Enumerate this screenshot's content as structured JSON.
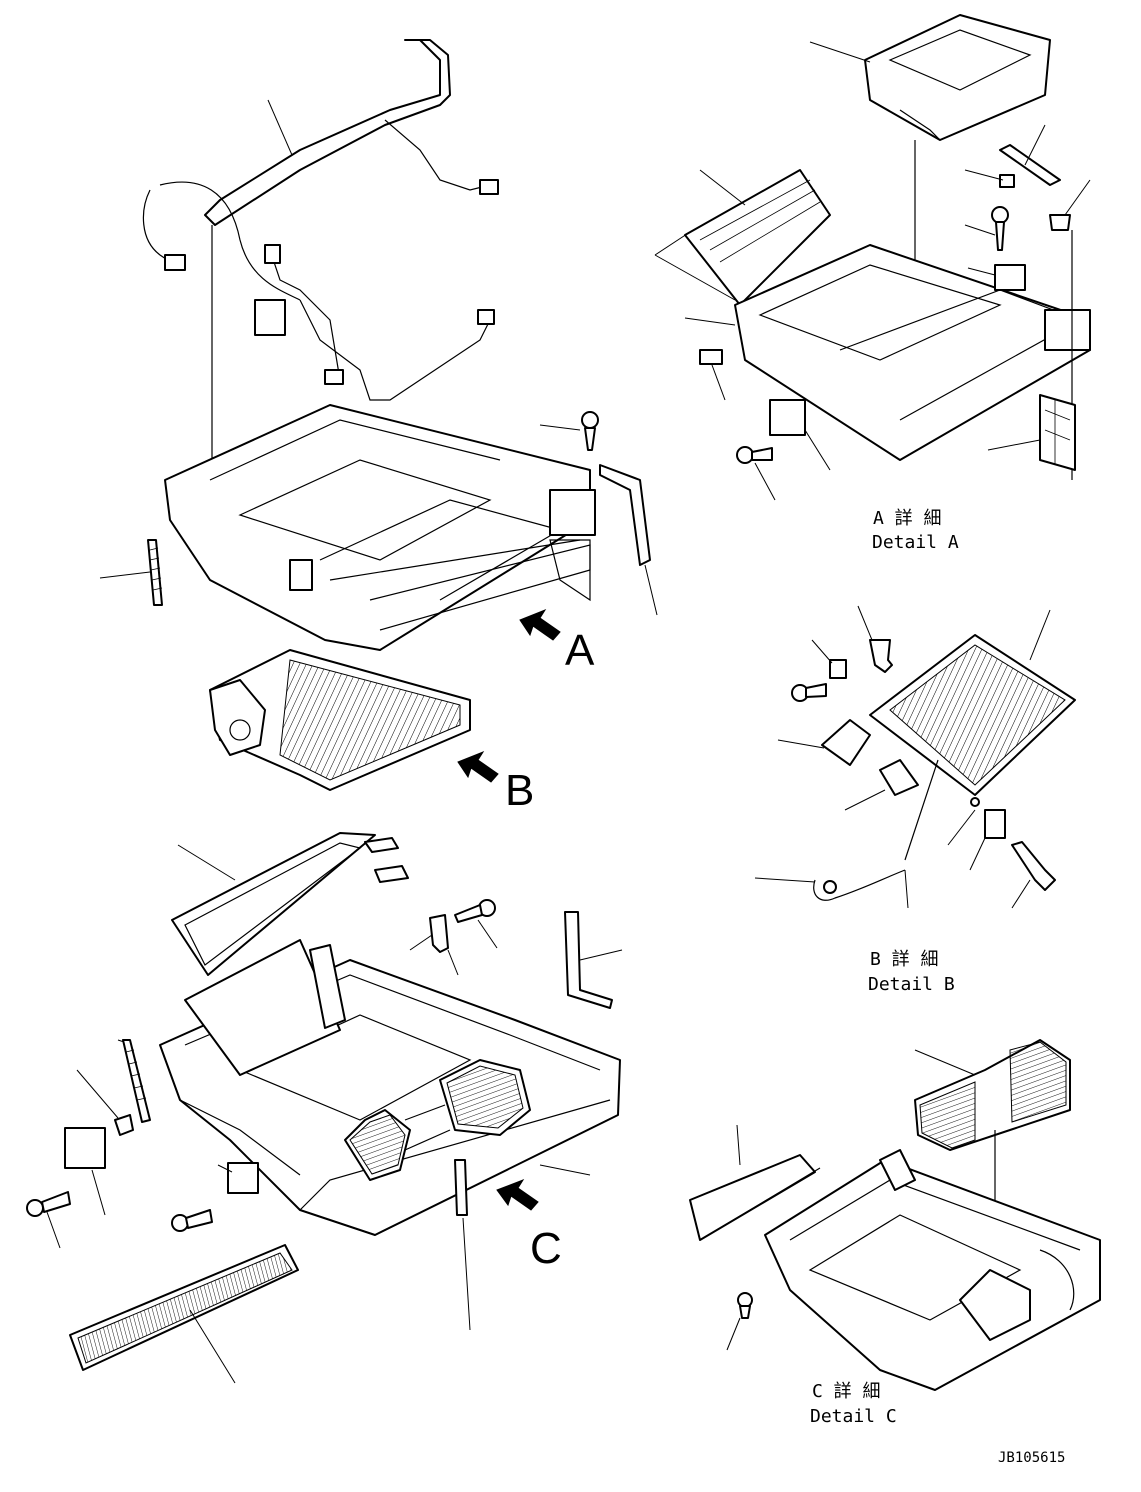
{
  "callouts": {
    "a": "A",
    "b": "B",
    "c": "C"
  },
  "details": {
    "a": {
      "jp": "A 詳 細",
      "en": "Detail A"
    },
    "b": {
      "jp": "B 詳 細",
      "en": "Detail B"
    },
    "c": {
      "jp": "C 詳 細",
      "en": "Detail C"
    }
  },
  "drawing_number": "JB105615",
  "colors": {
    "ink": "#000000",
    "paper": "#ffffff"
  }
}
